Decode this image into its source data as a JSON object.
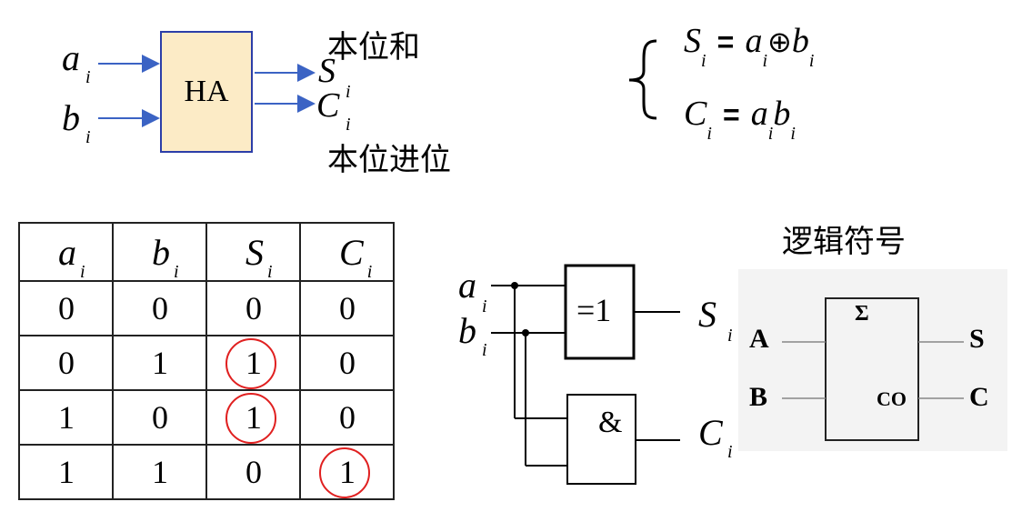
{
  "half_adder_block": {
    "input_a": "a",
    "input_a_sub": "i",
    "input_b": "b",
    "input_b_sub": "i",
    "box_label": "HA",
    "output_s": "S",
    "output_s_sub": "i",
    "output_c": "C",
    "output_c_sub": "i",
    "sum_label": "本位和",
    "carry_label": "本位进位"
  },
  "equations": {
    "s_lhs": "S",
    "s_lhs_sub": "i",
    "eq1": "=",
    "s_a": "a",
    "s_a_sub": "i",
    "xor": "⊕",
    "s_b": "b",
    "s_b_sub": "i",
    "c_lhs": "C",
    "c_lhs_sub": "i",
    "eq2": "=",
    "c_a": "a",
    "c_a_sub": "i",
    "c_b": "b",
    "c_b_sub": "i"
  },
  "truth_table": {
    "headers": [
      {
        "v": "a",
        "s": "i"
      },
      {
        "v": "b",
        "s": "i"
      },
      {
        "v": "S",
        "s": "i"
      },
      {
        "v": "C",
        "s": "i"
      }
    ],
    "rows": [
      [
        "0",
        "0",
        "0",
        "0"
      ],
      [
        "0",
        "1",
        "1",
        "0"
      ],
      [
        "1",
        "0",
        "1",
        "0"
      ],
      [
        "1",
        "1",
        "0",
        "1"
      ]
    ]
  },
  "gate_circuit": {
    "in_a": "a",
    "in_a_sub": "i",
    "in_b": "b",
    "in_b_sub": "i",
    "xor_label": "=1",
    "and_label": "&",
    "out_s": "S",
    "out_s_sub": "i",
    "out_c": "C",
    "out_c_sub": "i"
  },
  "logic_symbol": {
    "title": "逻辑符号",
    "sigma": "Σ",
    "in_a": "A",
    "in_b": "B",
    "co": "CO",
    "out_s": "S",
    "out_c": "C"
  },
  "colors": {
    "arrow": "#3b63c4",
    "ha_fill": "#fcebc6",
    "ha_border": "#2c3ea8",
    "circle": "#e02020"
  }
}
